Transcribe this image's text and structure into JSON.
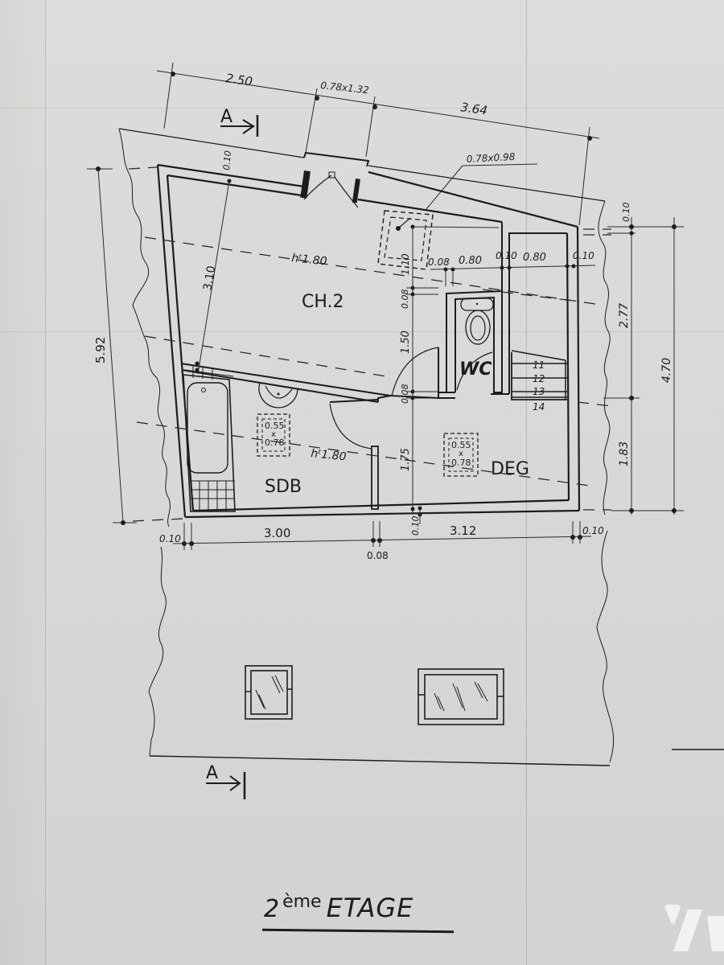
{
  "drawing": {
    "title_number": "2",
    "title_superscript": "ème",
    "title_main": "ETAGE",
    "section_marker_top": "A",
    "section_marker_bottom": "A"
  },
  "rooms": [
    {
      "id": "ch2",
      "label": "CH.2",
      "ceiling_height": "h^t 1.80"
    },
    {
      "id": "sdb",
      "label": "SDB",
      "ceiling_height": "h^t 1.80"
    },
    {
      "id": "wc",
      "label": "WC"
    },
    {
      "id": "deg",
      "label": "DEG"
    }
  ],
  "ceiling_height_labels": {
    "ch2": "hᵗ1.80",
    "sdb": "hᵗ1.80"
  },
  "skylights_in_plan": [
    {
      "id": "velux-sdb",
      "size_w": "0.55",
      "size_h": "0.78",
      "x": "x"
    },
    {
      "id": "velux-deg",
      "size_w": "0.55",
      "size_h": "0.78",
      "x": "x"
    }
  ],
  "top_dimensions": {
    "left_segment": "2.50",
    "window_1": "0.78x1.32",
    "right_segment": "3.64",
    "window_2": "0.78x0.98"
  },
  "left_dimensions": {
    "overall": "5.92",
    "ch2_depth": "3.10",
    "wall_top": "0.10"
  },
  "right_dimensions": {
    "wall_top": "0.10",
    "upper": "2.77",
    "lower": "1.83",
    "overall": "4.70"
  },
  "bottom_dimensions": {
    "wall_left": "0.10",
    "sdb_width": "3.00",
    "partition": "0.08",
    "deg_width": "3.12",
    "wall_right": "0.10",
    "wall_bottom_tick": "0.10"
  },
  "inner_dimensions": {
    "closet_depth": "1.10",
    "partition_a": "0.08",
    "ch2_to_wc": "1.50",
    "partition_b": "0.08",
    "deg_depth": "1.75",
    "row_partition": "0.08",
    "wc_width": "0.80",
    "mid_wall": "0.10",
    "stair_width": "0.80",
    "outer_wall": "0.10"
  },
  "stairs": {
    "steps": [
      "11",
      "12",
      "13",
      "14"
    ]
  },
  "colors": {
    "paper": "#d8d9d8",
    "ink": "#1c1c1c"
  }
}
